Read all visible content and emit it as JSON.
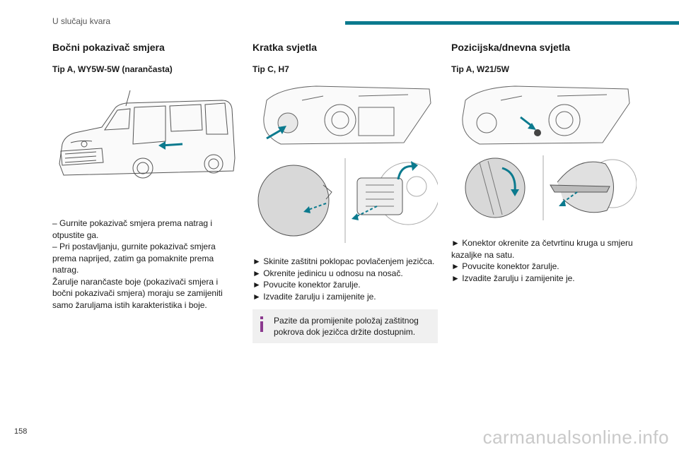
{
  "header": {
    "section": "U slučaju kvara"
  },
  "columns": [
    {
      "title": "Bočni pokazivač smjera",
      "subtitle": "Tip A, WY5W-5W (narančasta)",
      "lines": [
        "– Gurnite pokazivač smjera prema natrag i",
        "otpustite ga.",
        "– Pri postavljanju, gurnite pokazivač smjera",
        "prema naprijed, zatim ga pomaknite prema",
        "natrag.",
        "Žarulje narančaste boje (pokazivači smjera i",
        "bočni pokazivači smjera) moraju se zamijeniti",
        "samo žaruljama istih karakteristika i boje."
      ]
    },
    {
      "title": "Kratka svjetla",
      "subtitle": "Tip C, H7",
      "lines": [
        "► Skinite zaštitni poklopac povlačenjem jezičca.",
        "►  Okrenite jedinicu u odnosu na nosač.",
        "► Povucite konektor žarulje.",
        "► Izvadite žarulju i zamijenite je."
      ],
      "note_lines": [
        "Pazite da promijenite položaj zaštitnog",
        "pokrova dok jezičca držite dostupnim."
      ]
    },
    {
      "title": "Pozicijska/dnevna svjetla",
      "subtitle": "Tip A, W21/5W",
      "lines": [
        "► Konektor okrenite za četvrtinu kruga u smjeru",
        "kazaljke na satu.",
        "► Povucite konektor žarulje.",
        "► Izvadite žarulju i zamijenite je."
      ]
    }
  ],
  "footer": {
    "page_number": "158",
    "watermark": "carmanualsonline.info"
  },
  "colors": {
    "accent": "#0b7a8e",
    "note_bg": "#f0f0f0",
    "note_icon": "#8b3a8f"
  },
  "icons": [
    "van-illustration",
    "headlamp-illustration",
    "info-icon"
  ]
}
